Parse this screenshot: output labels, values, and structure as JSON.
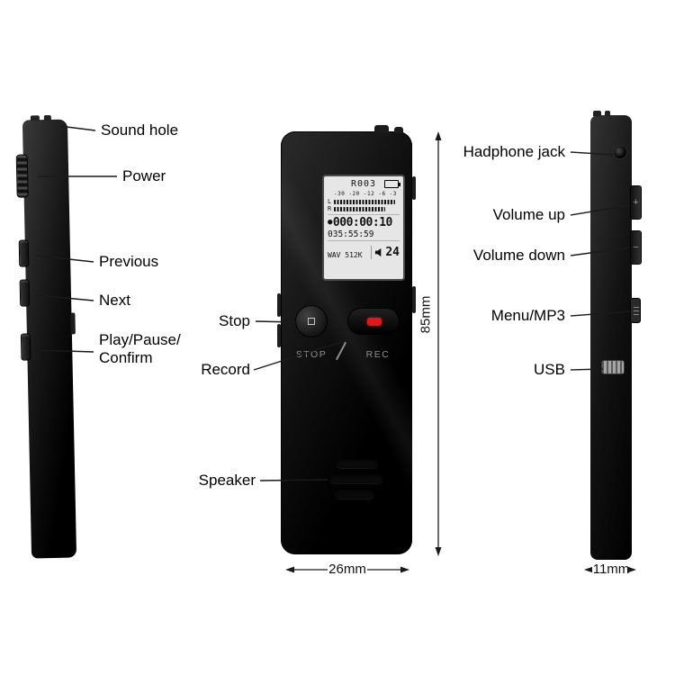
{
  "labels": {
    "sound_hole": "Sound hole",
    "power": "Power",
    "previous": "Previous",
    "next": "Next",
    "play_pause_line1": "Play/Pause/",
    "play_pause_line2": "Confirm",
    "stop": "Stop",
    "record": "Record",
    "speaker": "Speaker",
    "headphone_jack": "Hadphone jack",
    "volume_up": "Volume up",
    "volume_down": "Volume down",
    "menu_mp3": "Menu/MP3",
    "usb": "USB"
  },
  "screen": {
    "file_id": "R003",
    "meter_scale": "-30 -20 -12 -6 -3 0",
    "ch_left": "L",
    "ch_right": "R",
    "rec_dot": "●",
    "rec_time": "000:00:10",
    "total_time": "035:55:59",
    "format": "WAV 512K",
    "volume_level": "24"
  },
  "device_buttons": {
    "stop_printed": "STOP",
    "rec_printed": "REC",
    "vol_up_glyph": "+",
    "vol_down_glyph": "−"
  },
  "dimensions": {
    "height": "85mm",
    "width": "26mm",
    "depth": "11mm"
  },
  "colors": {
    "body_black": "#0d0d0d",
    "screen_bg": "#e6e6e6",
    "rec_red": "#e01818",
    "line": "#1a1a1a"
  }
}
